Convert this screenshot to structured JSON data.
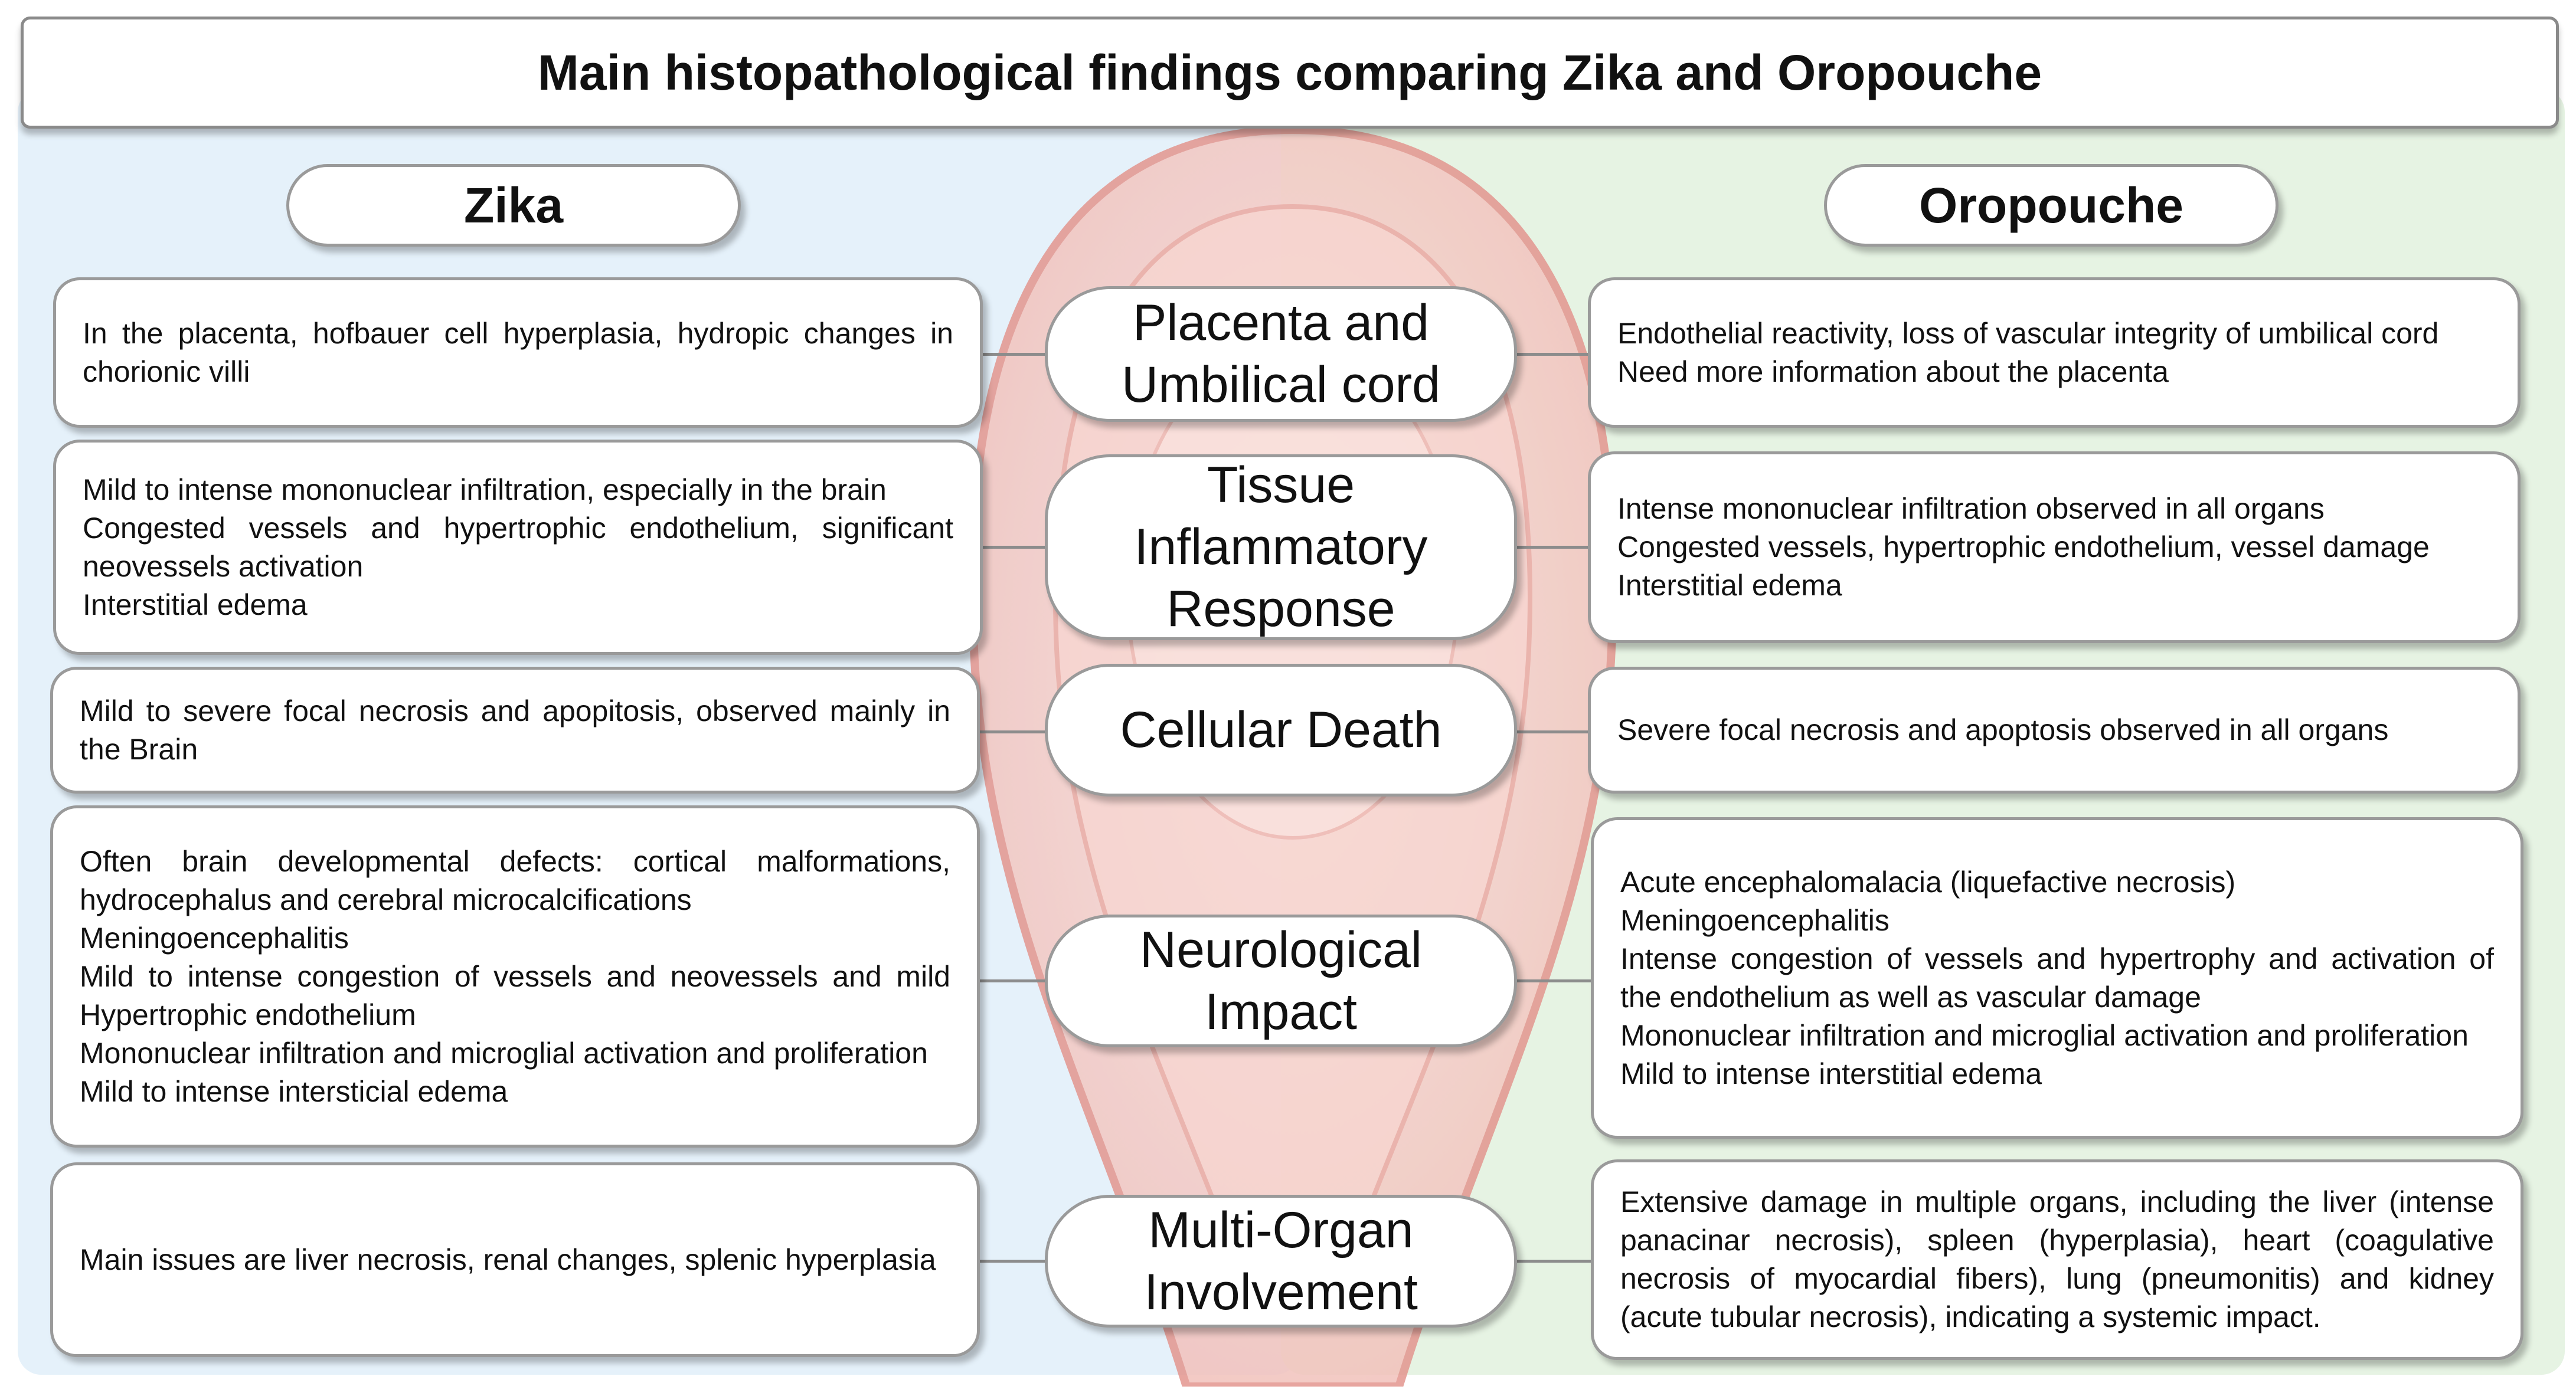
{
  "title": "Main histopathological findings comparing Zika and Oropouche",
  "left_header": "Zika",
  "right_header": "Oropouche",
  "colors": {
    "left_background": "#e5f1fa",
    "right_background": "#e6f3e3",
    "uterus_fill": "#f3c9c4",
    "uterus_outline": "#e3968f",
    "border": "#9a9a9a"
  },
  "categories": [
    {
      "label": "Placenta and Umbilical cord",
      "zika": [
        "In the placenta, hofbauer cell hyperplasia, hydropic changes in chorionic villi"
      ],
      "oropouche": [
        "Endothelial reactivity, loss of vascular integrity of umbilical cord",
        "Need more information about the placenta"
      ]
    },
    {
      "label": "Tissue Inflammatory Response",
      "zika": [
        "Mild to intense mononuclear infiltration, especially in the brain",
        "Congested vessels and hypertrophic endothelium, significant neovessels activation",
        "Interstitial edema"
      ],
      "oropouche": [
        "Intense mononuclear infiltration  observed in all organs",
        "Congested vessels,  hypertrophic endothelium, vessel damage",
        "Interstitial edema"
      ]
    },
    {
      "label": "Cellular Death",
      "zika": [
        "Mild to severe focal necrosis and apopitosis, observed mainly in the Brain"
      ],
      "oropouche": [
        "Severe focal necrosis and apoptosis observed in all organs"
      ]
    },
    {
      "label": "Neurological Impact",
      "zika": [
        "Often brain developmental defects: cortical malformations, hydrocephalus and cerebral microcalcifications",
        "Meningoencephalitis",
        "Mild to intense congestion of vessels and neovessels and mild Hypertrophic endothelium",
        "Mononuclear infiltration and microglial activation and proliferation",
        "Mild to intense intersticial edema"
      ],
      "oropouche": [
        "Acute encephalomalacia (liquefactive necrosis)",
        "Meningoencephalitis",
        "Intense congestion of vessels and hypertrophy and activation of the endothelium as well as vascular damage",
        "Mononuclear infiltration and microglial activation and proliferation",
        "Mild to intense  interstitial edema"
      ]
    },
    {
      "label": "Multi-Organ Involvement",
      "zika": [
        "Main issues are liver necrosis, renal changes, splenic hyperplasia"
      ],
      "oropouche": [
        "Extensive damage in multiple organs, including the liver (intense panacinar necrosis), spleen (hyperplasia), heart (coagulative necrosis of myocardial fibers), lung (pneumonitis) and kidney (acute tubular necrosis), indicating a systemic impact."
      ]
    }
  ]
}
